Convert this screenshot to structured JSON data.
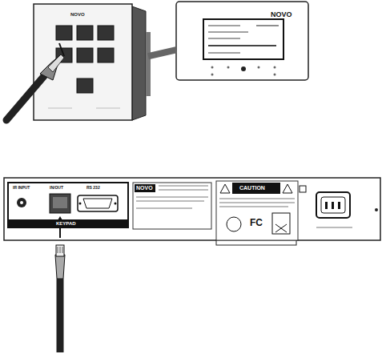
{
  "diagram": {
    "nodes": [
      {
        "text": [
          "NOVO"
        ]
      },
      {
        "text": [
          "NOVO"
        ]
      }
    ],
    "edges": [
      {
        "from": 0,
        "to": 1,
        "arrow": "none"
      }
    ],
    "labels": [
      "IR INPUT",
      "IN/OUT",
      "RS 232",
      "KEYPAD",
      "NOVO",
      "CAUTION",
      "FC"
    ]
  }
}
